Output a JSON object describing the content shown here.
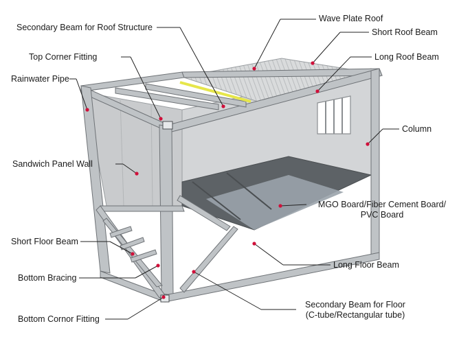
{
  "labels": {
    "wave_plate_roof": "Wave Plate Roof",
    "secondary_beam_roof": "Secondary Beam for Roof Structure",
    "short_roof_beam": "Short Roof Beam",
    "top_corner_fitting": "Top Corner Fitting",
    "long_roof_beam": "Long Roof Beam",
    "rainwater_pipe": "Rainwater Pipe",
    "column": "Column",
    "sandwich_panel_wall": "Sandwich Panel Wall",
    "mgo_board_line1": "MGO Board/Fiber Cement Board/",
    "mgo_board_line2": "PVC Board",
    "short_floor_beam": "Short Floor Beam",
    "long_floor_beam": "Long Floor Beam",
    "bottom_bracing": "Bottom Bracing",
    "secondary_beam_floor_line1": "Secondary Beam for Floor",
    "secondary_beam_floor_line2": "(C-tube/Rectangular tube)",
    "bottom_corner_fitting": "Bottom Cornor Fitting"
  },
  "colors": {
    "frame": "#bfc3c6",
    "frame_edge": "#6e7276",
    "roof": "#d9dbdc",
    "wall": "#cfd1d3",
    "floor_dark": "#5d6266",
    "floor_light": "#9aa3ab",
    "highlight_beam": "#e6e64a",
    "marker": "#d0103a",
    "leader": "#222222"
  }
}
